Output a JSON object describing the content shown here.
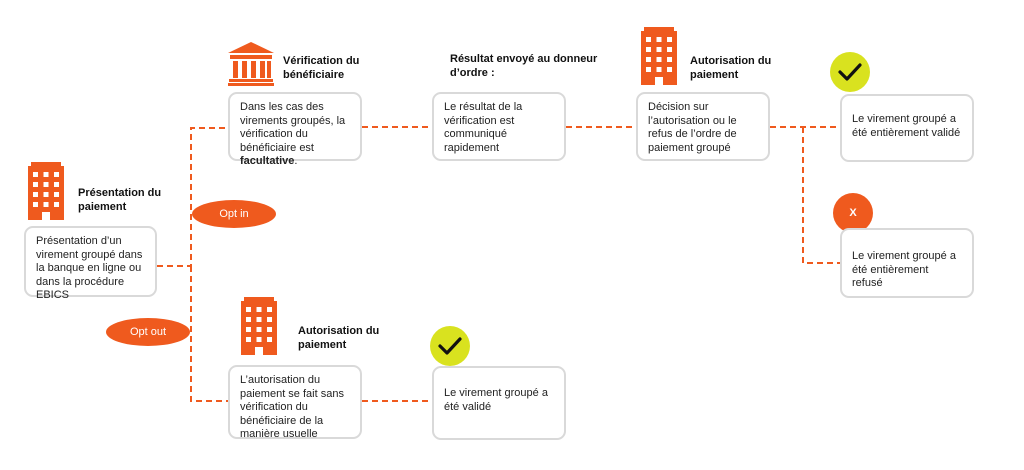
{
  "colors": {
    "accent": "#ef5a1e",
    "check": "#d9e21f",
    "box_border": "#d9d9d9"
  },
  "icons": {
    "bank": "bank-building-icon",
    "office": "office-building-icon",
    "check": "check-icon",
    "cross": "x-icon"
  },
  "presentation": {
    "heading": "Présentation du paiement",
    "text": "Présentation d’un virement groupé dans la banque en ligne ou dans la procédure EBICS"
  },
  "verification": {
    "heading": "Vérification du bénéficiaire",
    "text_before": "Dans les cas des virements groupés, la vérification du bénéficiaire est ",
    "text_bold": "facultative",
    "text_after": "."
  },
  "result": {
    "heading": "Résultat envoyé au donneur d’ordre :",
    "text": "Le résultat de la vérification est communiqué rapidement"
  },
  "authorization_top": {
    "heading": "Autorisation du paiement",
    "text": "Décision sur l’autorisation ou le refus de l’ordre de paiement groupé"
  },
  "outcome_validated": {
    "text": "Le virement groupé a été entièrement validé"
  },
  "outcome_refused": {
    "badge": "X",
    "text": "Le virement groupé a été entièrement refusé"
  },
  "opt_in": {
    "label": "Opt in"
  },
  "opt_out": {
    "label": "Opt out"
  },
  "authorization_bottom": {
    "heading": "Autorisation du paiement",
    "text": "L’autorisation du paiement se fait sans vérification du bénéficiaire de la manière usuelle"
  },
  "outcome_bottom": {
    "text": "Le virement groupé a été validé"
  }
}
